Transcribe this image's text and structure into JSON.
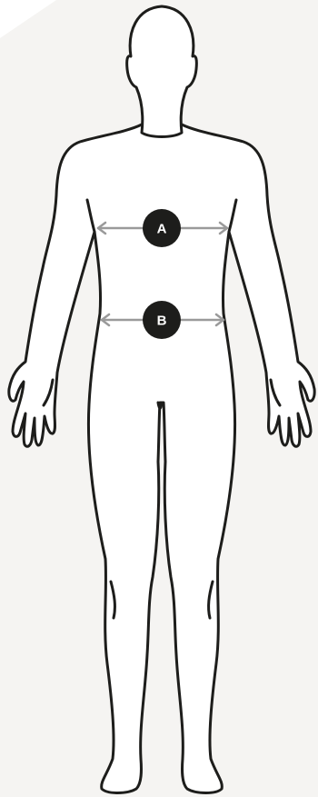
{
  "measurements": [
    {
      "id": "a",
      "label": "A"
    },
    {
      "id": "b",
      "label": "B"
    }
  ],
  "colors": {
    "background": "#f5f4f2",
    "corner": "#ffffff",
    "outline": "#1d1d1b",
    "figure_fill": "#ffffff",
    "measure_line": "#9a9a9a",
    "badge": "#1d1d1b",
    "badge_text": "#ffffff"
  },
  "icons": {
    "figure": "human-body-outline-icon",
    "arrow": "double-headed-arrow-icon"
  }
}
